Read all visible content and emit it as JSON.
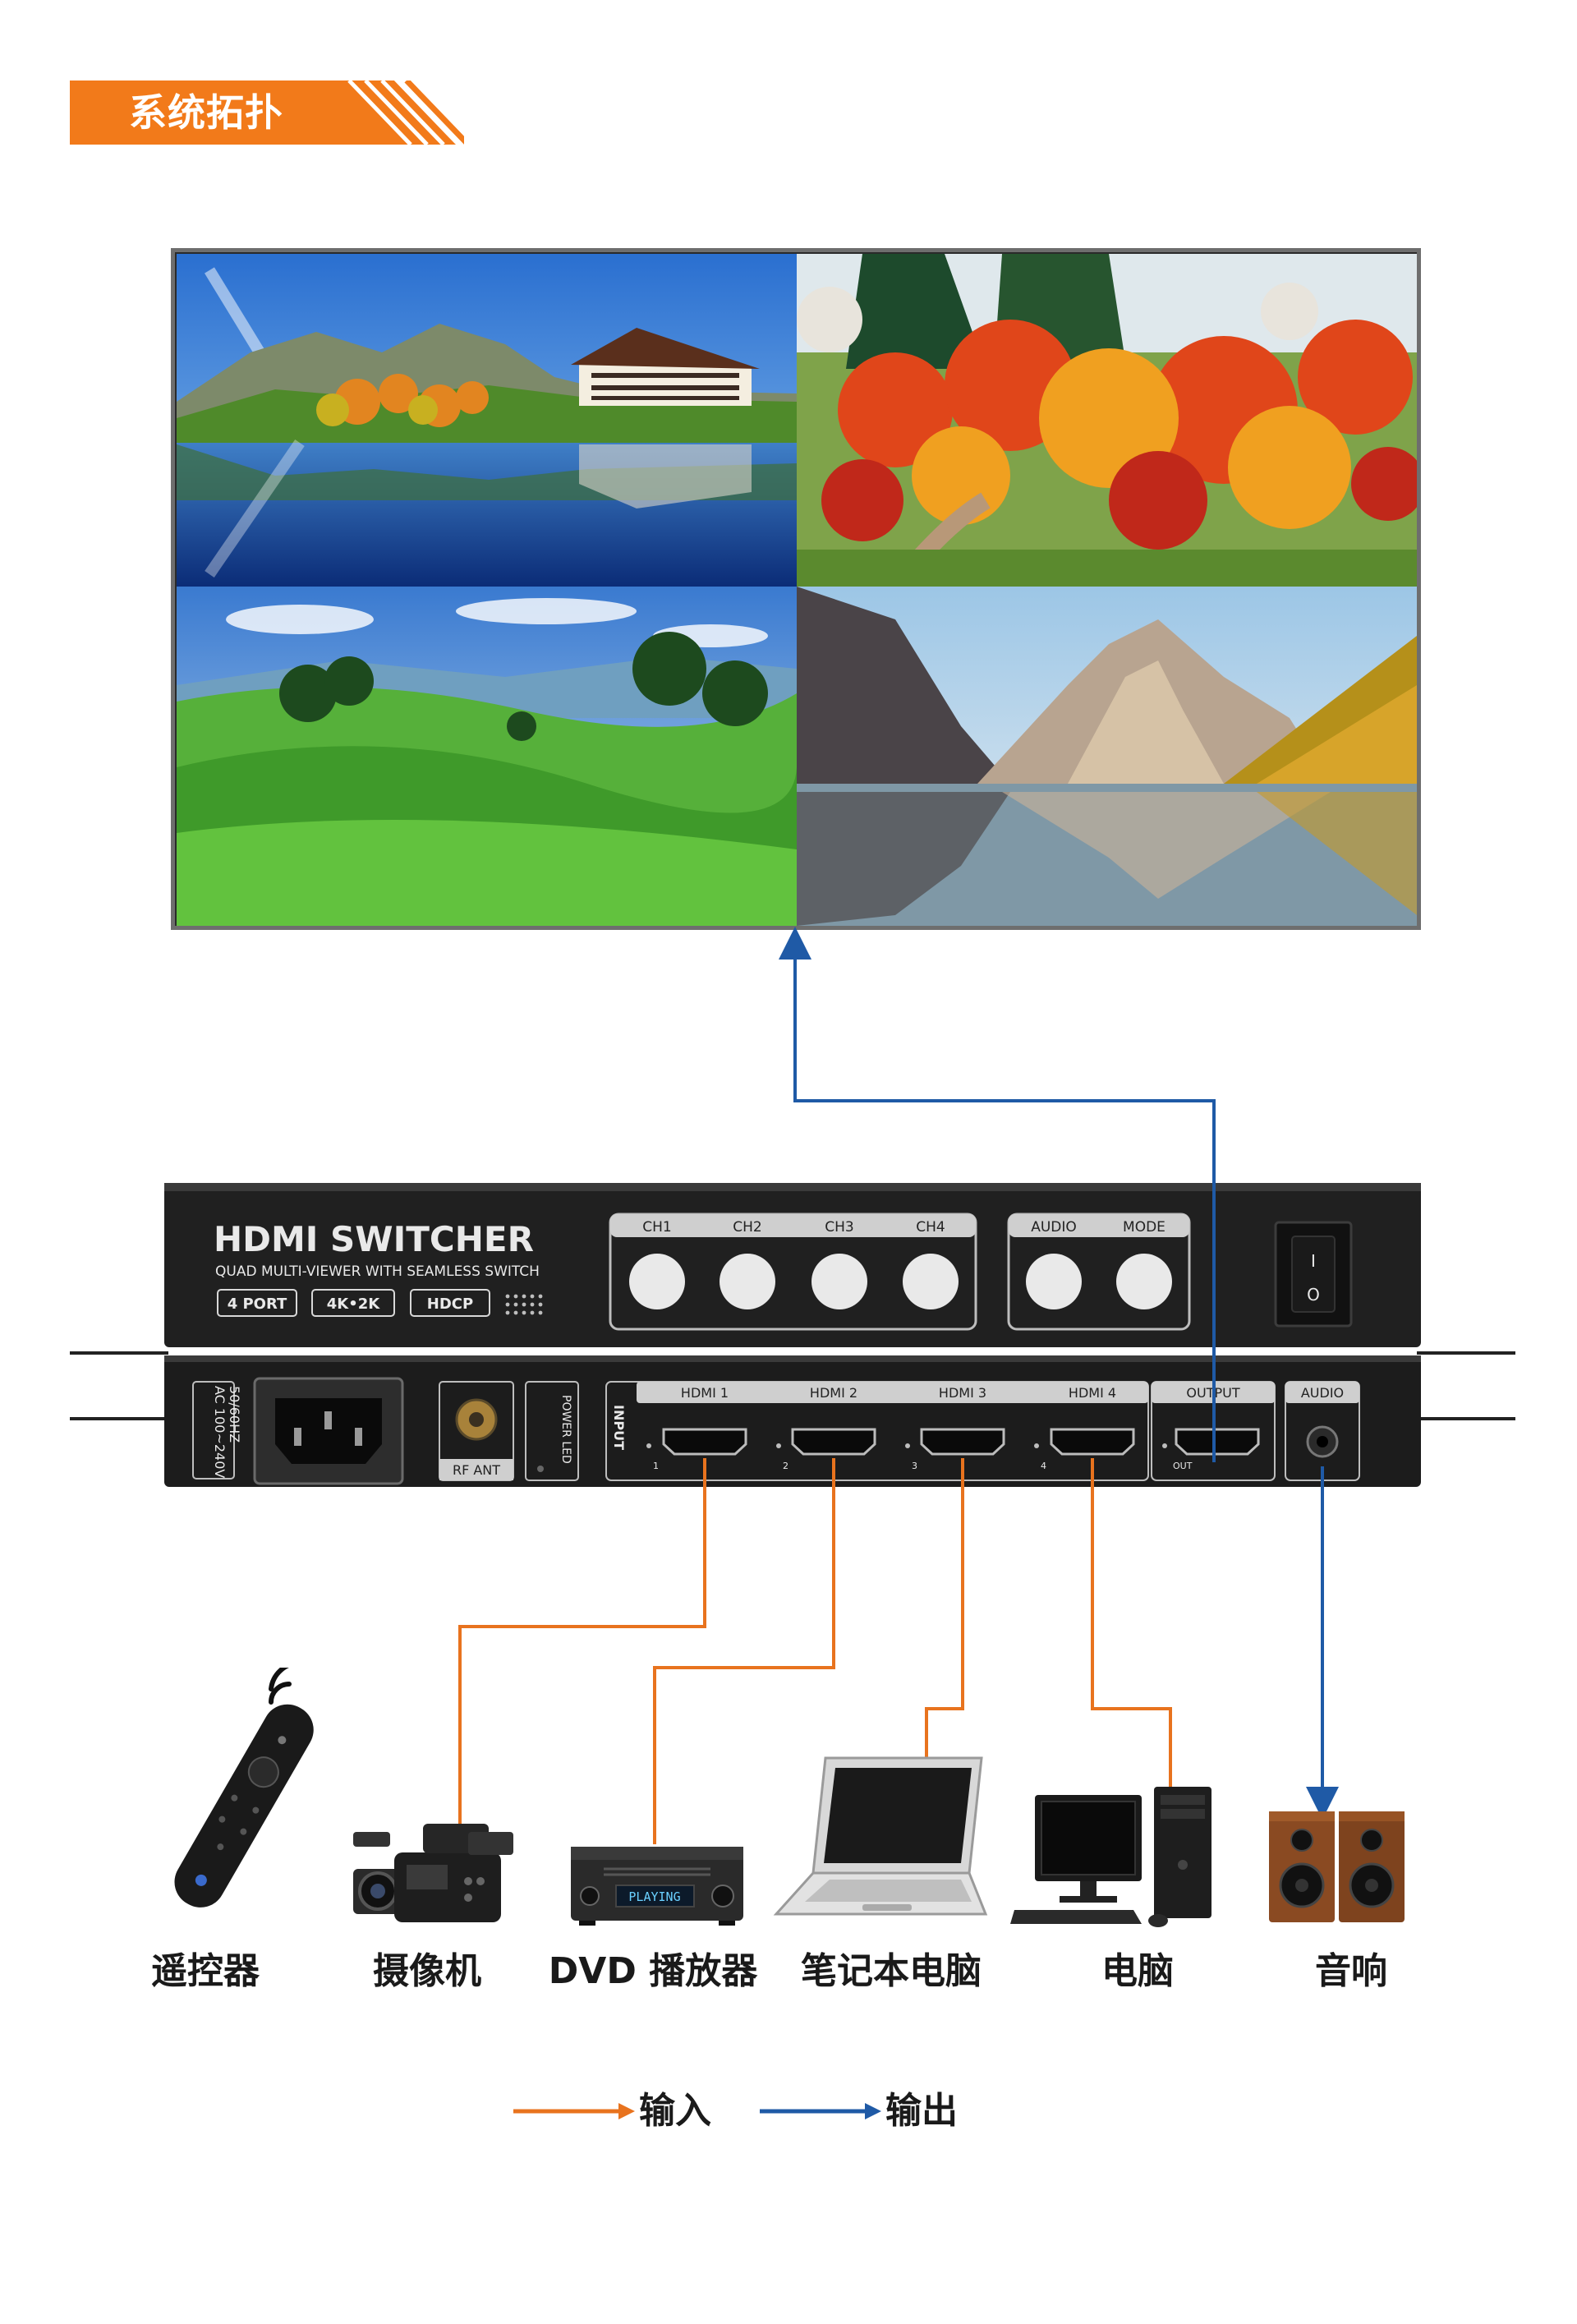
{
  "title": "系统拓扑",
  "device": {
    "brand": "HDMI SWITCHER",
    "subtitle": "QUAD MULTI-VIEWER WITH SEAMLESS SWITCH",
    "badges": [
      "4 PORT",
      "4K•2K",
      "HDCP"
    ],
    "channel_buttons": [
      "CH1",
      "CH2",
      "CH3",
      "CH4"
    ],
    "function_buttons": [
      "AUDIO",
      "MODE"
    ],
    "power_switch": {
      "on": "I",
      "off": "O"
    },
    "rear": {
      "power_rating": [
        "AC 100~240V",
        "50/60HZ"
      ],
      "rf_label": "RF ANT",
      "power_led_label": "POWER LED",
      "input_label": "INPUT",
      "hdmi_inputs": [
        "HDMI 1",
        "HDMI 2",
        "HDMI 3",
        "HDMI 4"
      ],
      "input_numbers": [
        "1",
        "2",
        "3",
        "4"
      ],
      "output_label": "OUTPUT",
      "output_port_label": "OUT",
      "audio_label": "AUDIO"
    }
  },
  "sources": [
    {
      "name": "遥控器",
      "icon": "remote-control-icon"
    },
    {
      "name": "摄像机",
      "icon": "video-camera-icon"
    },
    {
      "name": "DVD 播放器",
      "icon": "dvd-player-icon",
      "display_text": "PLAYING"
    },
    {
      "name": "笔记本电脑",
      "icon": "laptop-icon"
    },
    {
      "name": "电脑",
      "icon": "desktop-computer-icon"
    },
    {
      "name": "音响",
      "icon": "speakers-icon"
    }
  ],
  "legend": {
    "input": "输入",
    "output": "输出"
  },
  "colors": {
    "accent_orange": "#F27A1A",
    "input_line": "#E8731E",
    "output_line": "#1F5AA6",
    "device_body": "#1e1e1e"
  }
}
